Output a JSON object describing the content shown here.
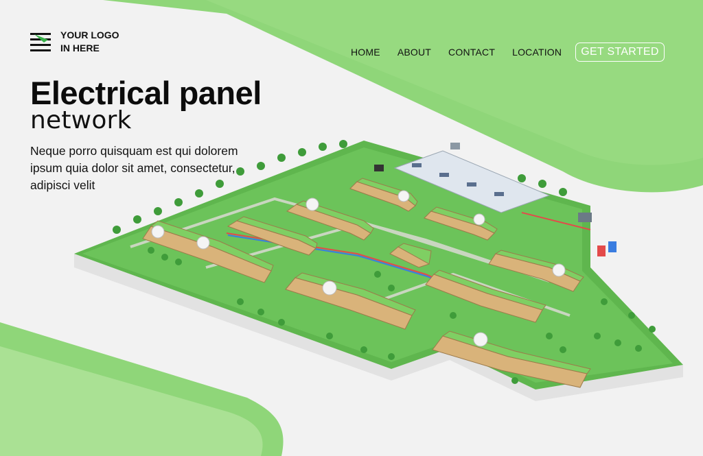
{
  "brand": {
    "logo_line1": "YOUR LOGO",
    "logo_line2": "IN HERE",
    "logo_icon": "stacked-lines-logo-icon",
    "accent": "#8fd679",
    "accent_light": "#b9e8a4"
  },
  "nav": {
    "items": [
      "HOME",
      "ABOUT",
      "CONTACT",
      "LOCATION"
    ],
    "cta": "GET STARTED"
  },
  "hero": {
    "title": "Electrical panel",
    "subtitle": "network",
    "body": "Neque porro quisquam est qui dolorem ipsum quia dolor sit amet, consectetur, adipisci velit"
  },
  "illustration": {
    "name": "isometric-eco-village-electrical-network",
    "colors": {
      "grass": "#6cc35a",
      "building": "#d9b37a",
      "roof": "#7fcf63",
      "ground_side": "#e6e6e6"
    }
  }
}
